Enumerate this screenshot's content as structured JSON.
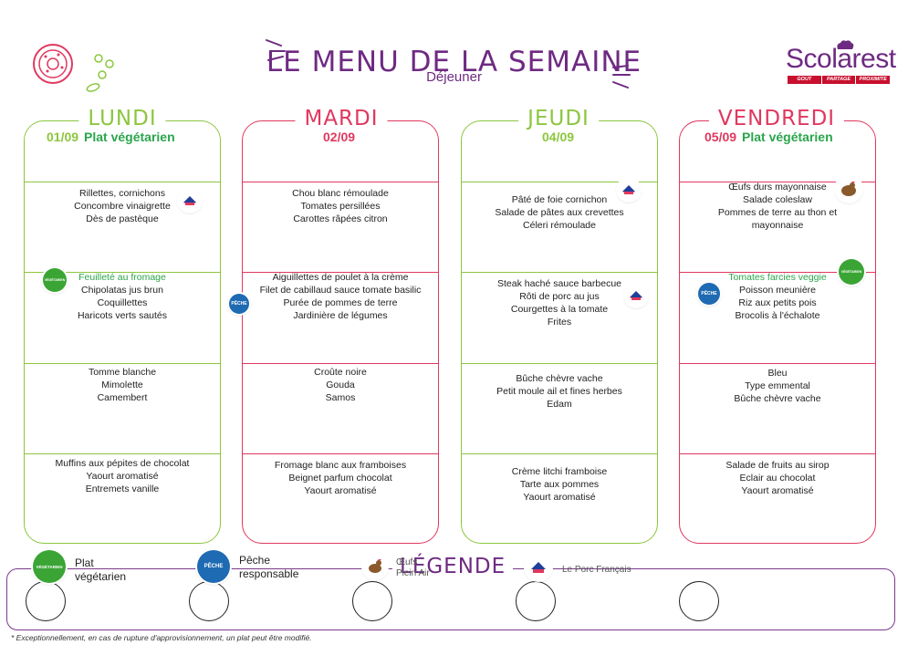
{
  "header": {
    "title": "LE MENU DE LA SEMAINE",
    "subtitle": "Déjeuner",
    "logo": {
      "name": "Scolarest",
      "tagline": [
        "GOUT",
        "PARTAGE",
        "PROXIMITE"
      ]
    }
  },
  "colors": {
    "green": "#8cc63f",
    "pink": "#e0385f",
    "purple": "#6e2a82",
    "veg_green": "#2aa54b",
    "peche_blue": "#1e6ab3"
  },
  "days": [
    {
      "name": "LUNDI",
      "date": "01/09",
      "tag": "Plat végétarien",
      "sections": [
        [
          "Rillettes, cornichons",
          "Concombre vinaigrette",
          "Dès de pastèque"
        ],
        [
          "Feuilleté au fromage",
          "Chipolatas jus brun",
          "Coquillettes",
          "Haricots verts sautés"
        ],
        [
          "Tomme blanche",
          "Mimolette",
          "Camembert"
        ],
        [
          "Muffins aux pépites de chocolat",
          "Yaourt aromatisé",
          "Entremets vanille"
        ]
      ]
    },
    {
      "name": "MARDI",
      "date": "02/09",
      "tag": "",
      "sections": [
        [
          "Chou blanc rémoulade",
          "Tomates persillées",
          "Carottes râpées citron"
        ],
        [
          "Aiguillettes de poulet à la crème",
          "Filet de cabillaud sauce tomate basilic",
          "Purée de pommes de terre",
          "Jardinière de légumes"
        ],
        [
          "Croûte noire",
          "Gouda",
          "Samos"
        ],
        [
          "Fromage blanc aux framboises",
          "Beignet parfum chocolat",
          "Yaourt aromatisé"
        ]
      ]
    },
    {
      "name": "JEUDI",
      "date": "04/09",
      "tag": "",
      "sections": [
        [
          "Pâté de foie cornichon",
          "Salade de pâtes aux crevettes",
          "Céleri rémoulade"
        ],
        [
          "Steak haché sauce barbecue",
          "Rôti de porc au jus",
          "Courgettes à la tomate",
          "Frites"
        ],
        [
          "Bûche chèvre vache",
          "Petit moule ail et fines herbes",
          "Edam"
        ],
        [
          "Crème litchi framboise",
          "Tarte aux pommes",
          "Yaourt aromatisé"
        ]
      ]
    },
    {
      "name": "VENDREDI",
      "date": "05/09",
      "tag": "Plat végétarien",
      "sections": [
        [
          "Œufs durs mayonnaise",
          "Salade coleslaw",
          "Pommes de terre au thon et mayonnaise"
        ],
        [
          "Tomates farcies veggie",
          "Poisson meunière",
          "Riz aux petits pois",
          "Brocolis à l'échalote"
        ],
        [
          "Bleu",
          "Type emmental",
          "Bûche chèvre vache"
        ],
        [
          "Salade de fruits au sirop",
          "Eclair au chocolat",
          "Yaourt aromatisé"
        ]
      ]
    }
  ],
  "badges": {
    "veg": "VÉGÉTARIEN",
    "peche": "PÊCHE"
  },
  "legend": {
    "title": "LÉGENDE",
    "items": [
      "Plat végétarien",
      "Pêche responsable",
      "Œufs Plein Air",
      "Le Porc Français"
    ]
  },
  "footnote": "* Exceptionnellement, en cas de rupture d'approvisionnement, un plat peut être modifié."
}
